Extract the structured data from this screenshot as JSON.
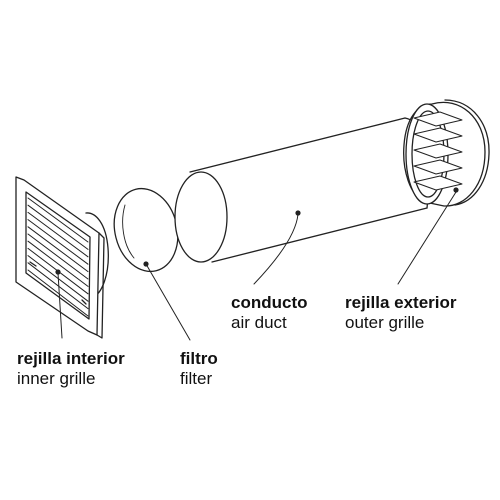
{
  "parts": [
    {
      "key": "inner",
      "name_es": "rejilla interior",
      "name_en": "inner grille"
    },
    {
      "key": "filter",
      "name_es": "filtro",
      "name_en": "filter"
    },
    {
      "key": "duct",
      "name_es": "conducto",
      "name_en": "air duct"
    },
    {
      "key": "outer",
      "name_es": "rejilla exterior",
      "name_en": "outer grille"
    }
  ],
  "colors": {
    "stroke": "#222222",
    "background": "#ffffff",
    "text": "#111111"
  }
}
